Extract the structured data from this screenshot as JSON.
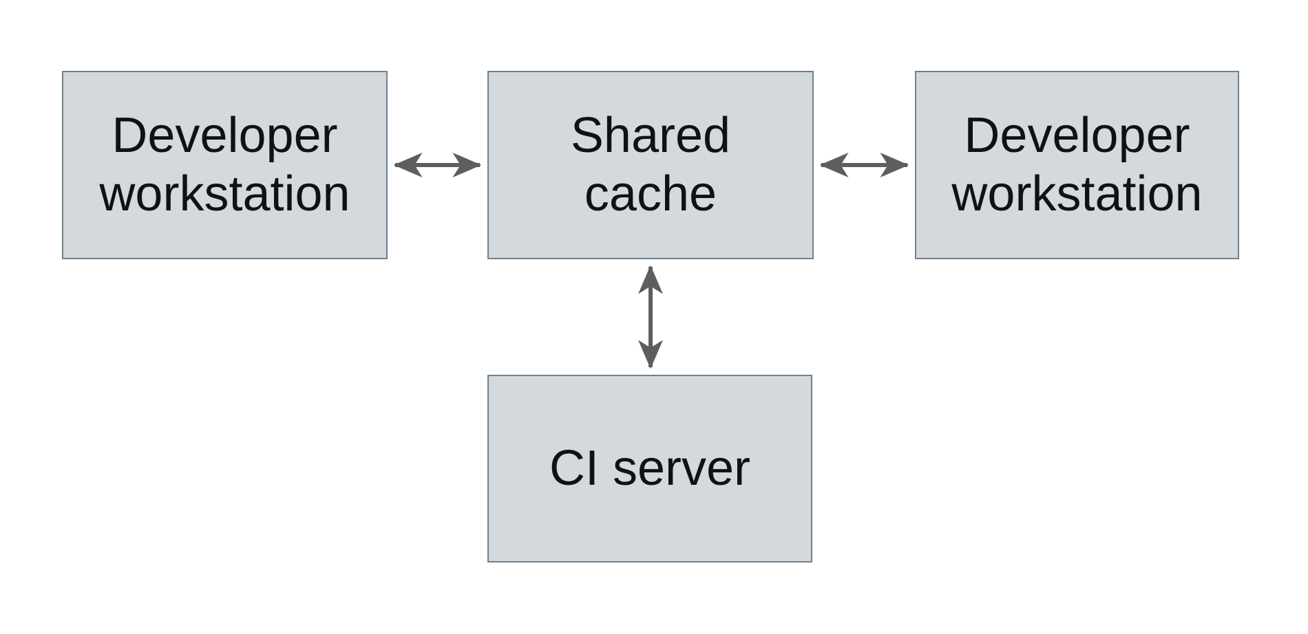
{
  "diagram": {
    "type": "architecture-diagram",
    "description": "Remote shared cache topology: two developer workstations and a CI server connected bidirectionally to a shared cache",
    "nodes": [
      {
        "id": "dev-workstation-left",
        "label": "Developer workstation",
        "lines": [
          "Developer",
          "workstation"
        ]
      },
      {
        "id": "shared-cache",
        "label": "Shared cache",
        "lines": [
          "Shared",
          "cache"
        ]
      },
      {
        "id": "dev-workstation-right",
        "label": "Developer workstation",
        "lines": [
          "Developer",
          "workstation"
        ]
      },
      {
        "id": "ci-server",
        "label": "CI server",
        "lines": [
          "CI server"
        ]
      }
    ],
    "edges": [
      {
        "from": "dev-workstation-left",
        "to": "shared-cache",
        "direction": "bidirectional",
        "orientation": "horizontal"
      },
      {
        "from": "shared-cache",
        "to": "dev-workstation-right",
        "direction": "bidirectional",
        "orientation": "horizontal"
      },
      {
        "from": "shared-cache",
        "to": "ci-server",
        "direction": "bidirectional",
        "orientation": "vertical"
      }
    ],
    "colors": {
      "background": "#ffffff",
      "node_fill": "#d3d9dc",
      "node_border": "#71808c",
      "arrow": "#5c5e60",
      "text": "#111111"
    }
  }
}
